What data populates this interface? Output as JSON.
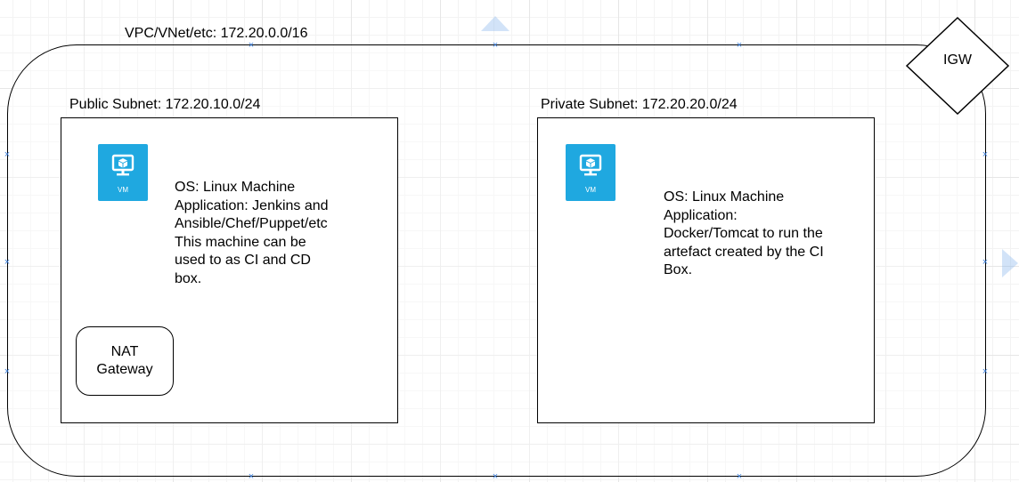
{
  "vpc": {
    "label": "VPC/VNet/etc: 172.20.0.0/16"
  },
  "igw": {
    "label": "IGW"
  },
  "public_subnet": {
    "label": "Public Subnet: 172.20.10.0/24",
    "vm_icon_label": "VM",
    "description_lines": [
      "OS: Linux Machine",
      "Application: Jenkins and",
      "Ansible/Chef/Puppet/etc",
      "This machine can be",
      "used to as CI and CD",
      "box."
    ],
    "nat_gateway": {
      "line1": "NAT",
      "line2": "Gateway"
    }
  },
  "private_subnet": {
    "label": "Private Subnet: 172.20.20.0/24",
    "vm_icon_label": "VM",
    "description_lines": [
      "OS: Linux Machine",
      "Application:",
      "Docker/Tomcat to run the",
      "artefact created by the CI",
      "Box."
    ]
  },
  "colors": {
    "vm_icon": "#1fa8e0",
    "connection_point": "#3b7fdc",
    "hint_arrow": "#7fb2ec",
    "grid": "#e6e6e6"
  }
}
